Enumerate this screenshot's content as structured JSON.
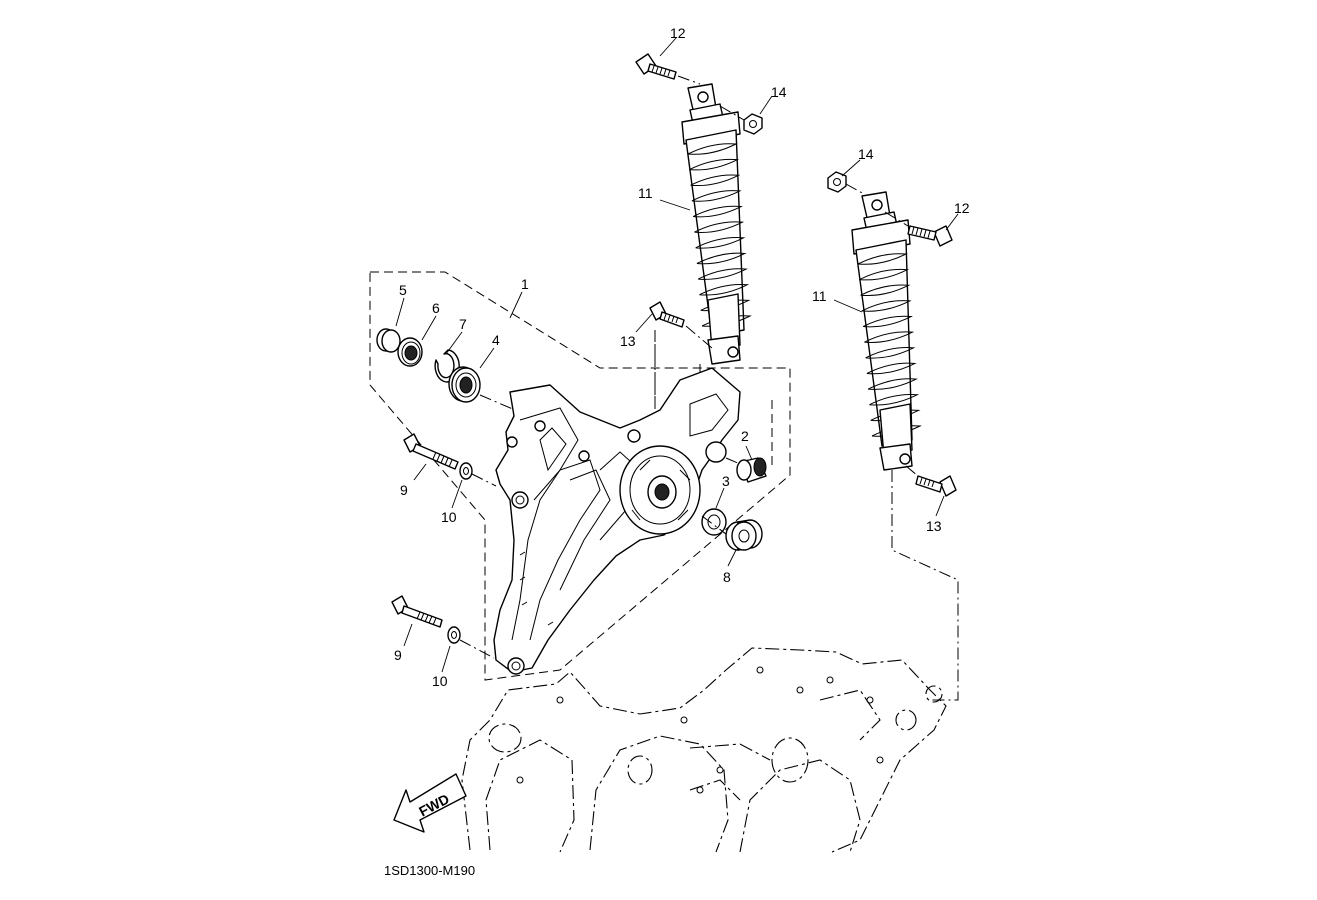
{
  "diagram_code": "1SD1300-M190",
  "fwd_label": "FWD",
  "callouts": {
    "c1": "1",
    "c2": "2",
    "c3": "3",
    "c4": "4",
    "c5": "5",
    "c6": "6",
    "c7": "7",
    "c8": "8",
    "c9a": "9",
    "c9b": "9",
    "c10a": "10",
    "c10b": "10",
    "c11a": "11",
    "c11b": "11",
    "c12a": "12",
    "c12b": "12",
    "c13a": "13",
    "c13b": "13",
    "c14a": "14",
    "c14b": "14"
  }
}
